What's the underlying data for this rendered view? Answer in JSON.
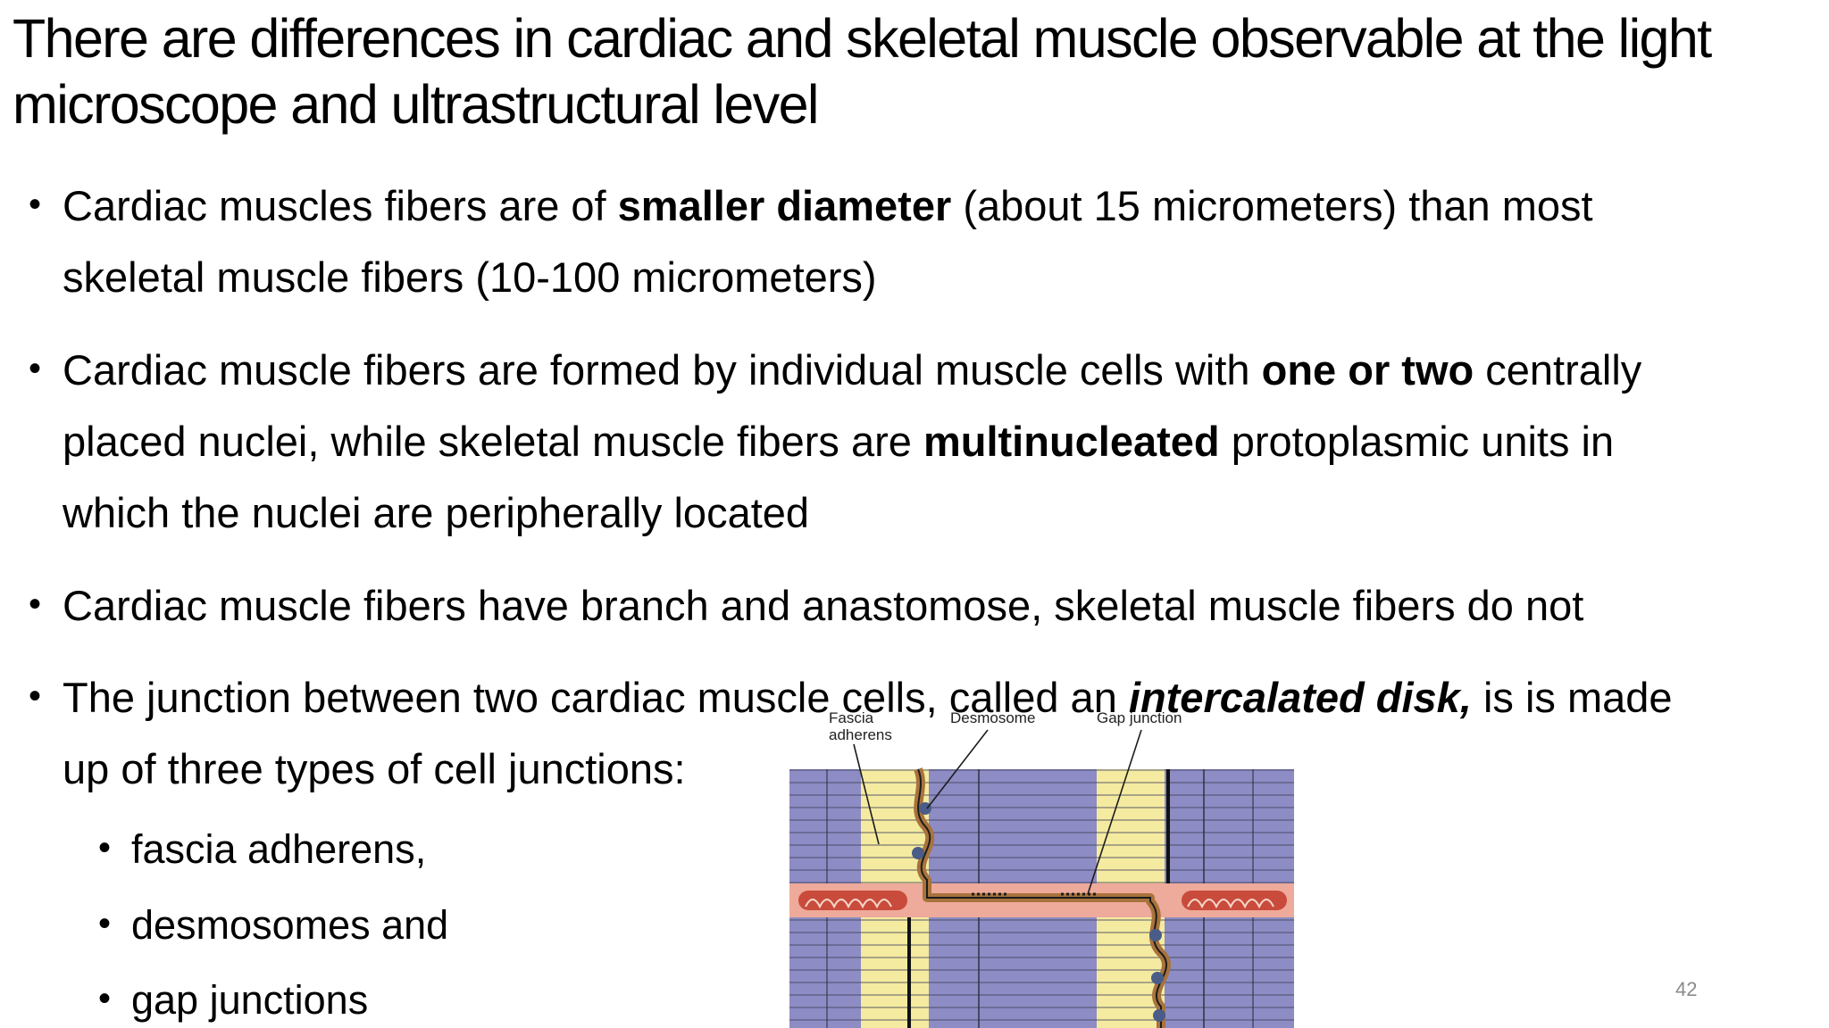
{
  "title": "There are differences in cardiac and skeletal muscle observable at the light microscope and ultrastructural level",
  "bullets": {
    "b1": {
      "l1_a": "Cardiac muscles fibers are of ",
      "l1_b": "smaller diameter",
      "l1_c": " (about 15 micrometers) than most",
      "l2": "skeletal muscle fibers (10-100 micrometers)"
    },
    "b2": {
      "l1_a": "Cardiac muscle fibers are formed by individual muscle cells with ",
      "l1_b": "one or two",
      "l1_c": " centrally",
      "l2_a": "placed nuclei, while skeletal muscle fibers are ",
      "l2_b": "multinucleated",
      "l2_c": " protoplasmic units in",
      "l3": "which the nuclei are peripherally located"
    },
    "b3": {
      "l1": "Cardiac muscle fibers have branch and anastomose, skeletal muscle fibers do not"
    },
    "b4": {
      "l1_a": "The junction between two cardiac muscle cells, called an ",
      "l1_b": "intercalated disk,",
      "l1_c": " is is made",
      "l2": "up of three types of cell junctions:"
    },
    "sub": [
      "fascia adherens,",
      "desmosomes and",
      "gap junctions"
    ]
  },
  "figure": {
    "labels": {
      "fascia_1": "Fascia",
      "fascia_2": "adherens",
      "desmosome": "Desmosome",
      "gap_junction": "Gap junction"
    },
    "colors": {
      "purple_band": "#8d8cc4",
      "yellow_band": "#f4eba0",
      "pink_strip": "#eeaa9a",
      "mitochondria": "#c94b3c",
      "disk_brown": "#a8733c",
      "line_dark": "#1c1c1c"
    }
  },
  "slide_number": "42"
}
